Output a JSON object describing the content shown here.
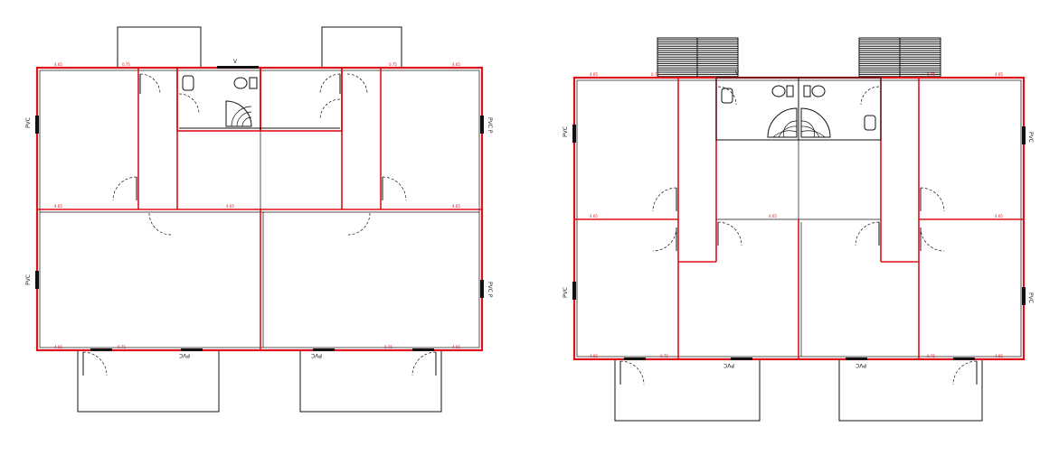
{
  "labels": {
    "window": "PVC",
    "window_alt": "PVC P",
    "vent": "V"
  },
  "colors": {
    "wall": "#e0101a",
    "line": "#111111",
    "background": "#ffffff"
  },
  "icons": [
    "door-swing-icon",
    "window-icon",
    "toilet-icon",
    "sink-icon",
    "corner-shower-icon",
    "stair-hatch-icon"
  ]
}
